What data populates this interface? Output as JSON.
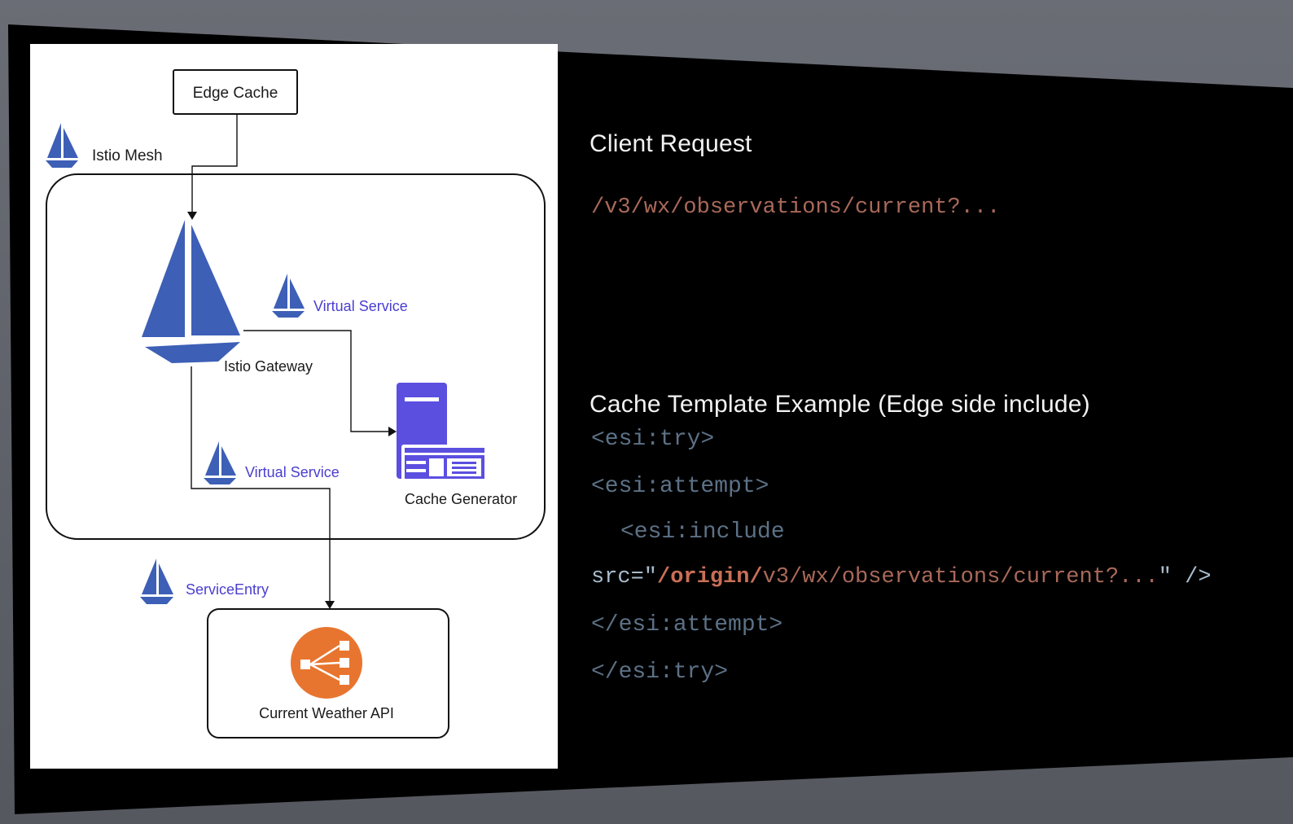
{
  "diagram": {
    "edge_cache_label": "Edge Cache",
    "istio_mesh_label": "Istio Mesh",
    "virtual_service_top_label": "Virtual Service",
    "istio_gateway_label": "Istio Gateway",
    "virtual_service_bottom_label": "Virtual Service",
    "cache_generator_label": "Cache Generator",
    "service_entry_label": "ServiceEntry",
    "weather_api_label": "Current Weather API"
  },
  "client_request": {
    "heading": "Client Request",
    "path": "/v3/wx/observations/current?..."
  },
  "cache_template": {
    "heading": "Cache Template Example (Edge side include)",
    "line_try_open": "<esi:try>",
    "line_attempt_open": "<esi:attempt>",
    "line_include_open": "<esi:include",
    "src_attr": "src=\"",
    "src_origin": "/origin/",
    "src_path": "v3/wx/observations/current?...",
    "src_close": "\" />",
    "line_attempt_close": "</esi:attempt>",
    "line_try_close": "</esi:try>"
  },
  "colors": {
    "istio_blue": "#3d5fb6",
    "virtual_service_text": "#4a3ed0",
    "cache_generator_purple": "#5b4fe0",
    "weather_api_orange": "#e8752f"
  }
}
